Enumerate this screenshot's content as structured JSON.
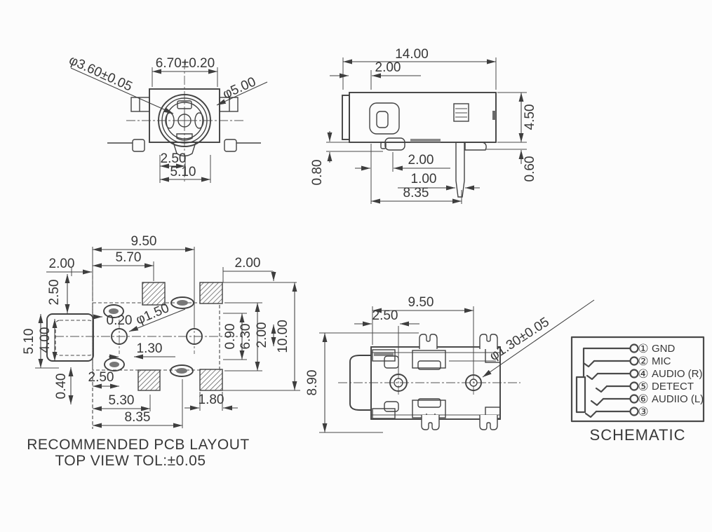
{
  "palette": {
    "background": "#fcfcfc",
    "line": "#424242",
    "text": "#383838"
  },
  "front_view": {
    "dim_width": "6.70±0.20",
    "dim_inner_dia": "φ3.60±0.05",
    "dim_outer_dia": "φ5.00",
    "dim_pin_offset": "2.50",
    "dim_pin_span": "5.10"
  },
  "side_view": {
    "dim_length": "14.00",
    "dim_front_offset": "2.00",
    "dim_height": "4.50",
    "dim_foot_thickness": "0.60",
    "dim_pin_drop": "0.80",
    "dim_pin_offset": "2.00",
    "dim_pin_width": "1.00",
    "dim_pin_span": "8.35"
  },
  "pcb_layout": {
    "dim_hole_span": "9.50",
    "dim_pad_span": "5.70",
    "dim_left_offset": "2.00",
    "dim_top_offset": "2.50",
    "dim_right_pad_width": "2.00",
    "dim_body_width": "5.10",
    "dim_inner_width": "4.00",
    "dim_pad_gap": "0.20",
    "dim_hole_dia": "φ1.50",
    "dim_hole_offset": "1.30",
    "dim_pad_offset": "0.90",
    "dim_pad_row_span": "6.30",
    "dim_pad_height": "2.00",
    "dim_total_height": "10.00",
    "dim_lower_offset": "2.50",
    "dim_bottom_offset": "0.40",
    "dim_lower_span": "5.30",
    "dim_lower_pad_width": "1.80",
    "dim_lower_total": "8.35",
    "caption_line1": "RECOMMENDED PCB LAYOUT",
    "caption_line2": "TOP VIEW TOL:±0.05"
  },
  "bottom_view": {
    "dim_hole_span": "9.50",
    "dim_hole_offset": "2.50",
    "dim_height": "8.90",
    "dim_hole_dia": "φ1.30±0.05"
  },
  "schematic": {
    "caption": "SCHEMATIC",
    "pins": [
      {
        "num": "①",
        "label": "GND"
      },
      {
        "num": "②",
        "label": "MIC"
      },
      {
        "num": "④",
        "label": "AUDIO (R)"
      },
      {
        "num": "⑤",
        "label": "DETECT"
      },
      {
        "num": "⑥",
        "label": "AUDIIO (L)"
      },
      {
        "num": "③",
        "label": ""
      }
    ]
  }
}
